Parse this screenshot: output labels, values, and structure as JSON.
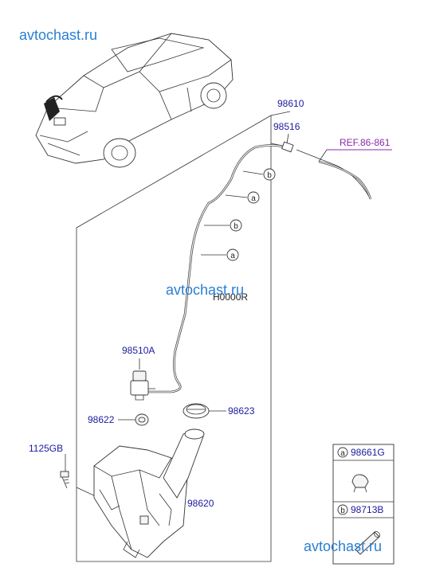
{
  "watermarks": [
    "avtochast.ru",
    "avtochast.ru",
    "avtochast.ru"
  ],
  "parts": {
    "p98610": "98610",
    "p98516": "98516",
    "ref": "REF.86-861",
    "hose": "H0000R",
    "p98510a": "98510A",
    "p98622": "98622",
    "p98623": "98623",
    "p1125gb": "1125GB",
    "p98620": "98620"
  },
  "markers": {
    "a": "a",
    "b": "b"
  },
  "legend": [
    {
      "marker": "a",
      "part": "98661G"
    },
    {
      "marker": "b",
      "part": "98713B"
    }
  ],
  "colors": {
    "label": "#1a1aa0",
    "watermark": "#2a7fd4",
    "ref": "#8a2aa8"
  }
}
